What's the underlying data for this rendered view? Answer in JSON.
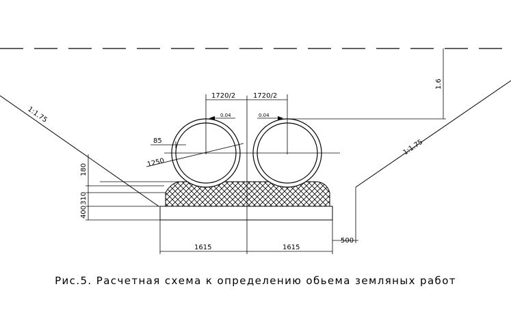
{
  "drawing": {
    "dims": {
      "half_span_left": "1720/2",
      "half_span_right": "1720/2",
      "depth_top": "1.6",
      "slope_left": "1:1.75",
      "slope_right": "1:1.75",
      "gap_left": "0.04",
      "gap_right": "0.04",
      "wall_offset": "85",
      "pipe_radius": "1250",
      "layer_180": "180",
      "layer_310": "310",
      "layer_400": "400",
      "base_left": "1615",
      "base_right": "1615",
      "berm": "500"
    }
  },
  "caption": "Рис.5. Расчетная схема к определению обьема земляных работ"
}
